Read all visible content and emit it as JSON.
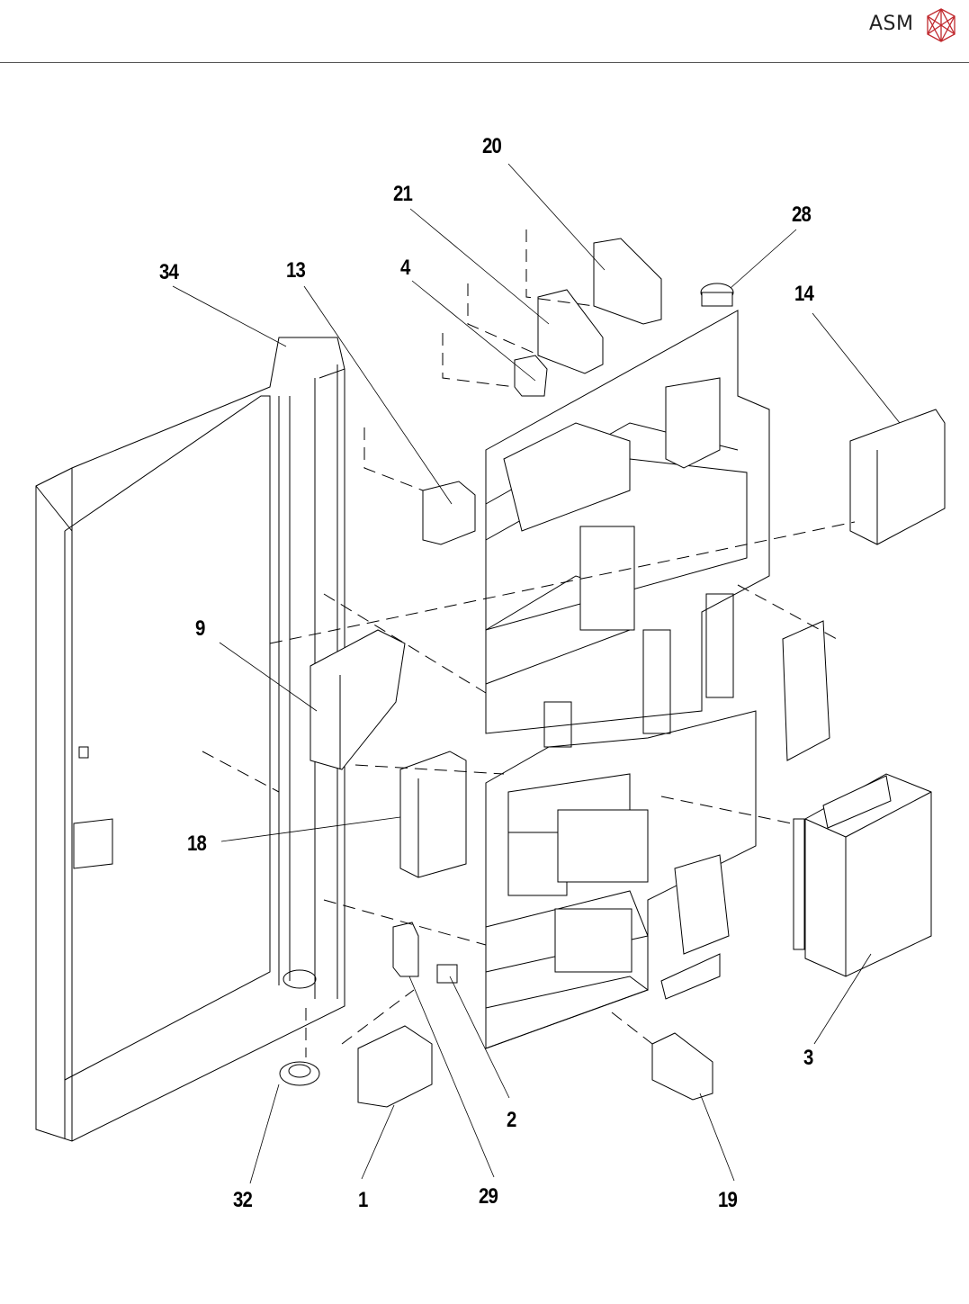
{
  "header": {
    "brand": "ASM",
    "logo_icon": "asm-geodesic-cube-icon",
    "logo_color": "#c0282d"
  },
  "diagram": {
    "title": "Exploded view of electrical cabinet",
    "callouts": [
      {
        "id": "20",
        "label": "20"
      },
      {
        "id": "21",
        "label": "21"
      },
      {
        "id": "28",
        "label": "28"
      },
      {
        "id": "34",
        "label": "34"
      },
      {
        "id": "13",
        "label": "13"
      },
      {
        "id": "4",
        "label": "4"
      },
      {
        "id": "14",
        "label": "14"
      },
      {
        "id": "9",
        "label": "9"
      },
      {
        "id": "18",
        "label": "18"
      },
      {
        "id": "3",
        "label": "3"
      },
      {
        "id": "2",
        "label": "2"
      },
      {
        "id": "32",
        "label": "32"
      },
      {
        "id": "1",
        "label": "1"
      },
      {
        "id": "29",
        "label": "29"
      },
      {
        "id": "19",
        "label": "19"
      }
    ]
  }
}
